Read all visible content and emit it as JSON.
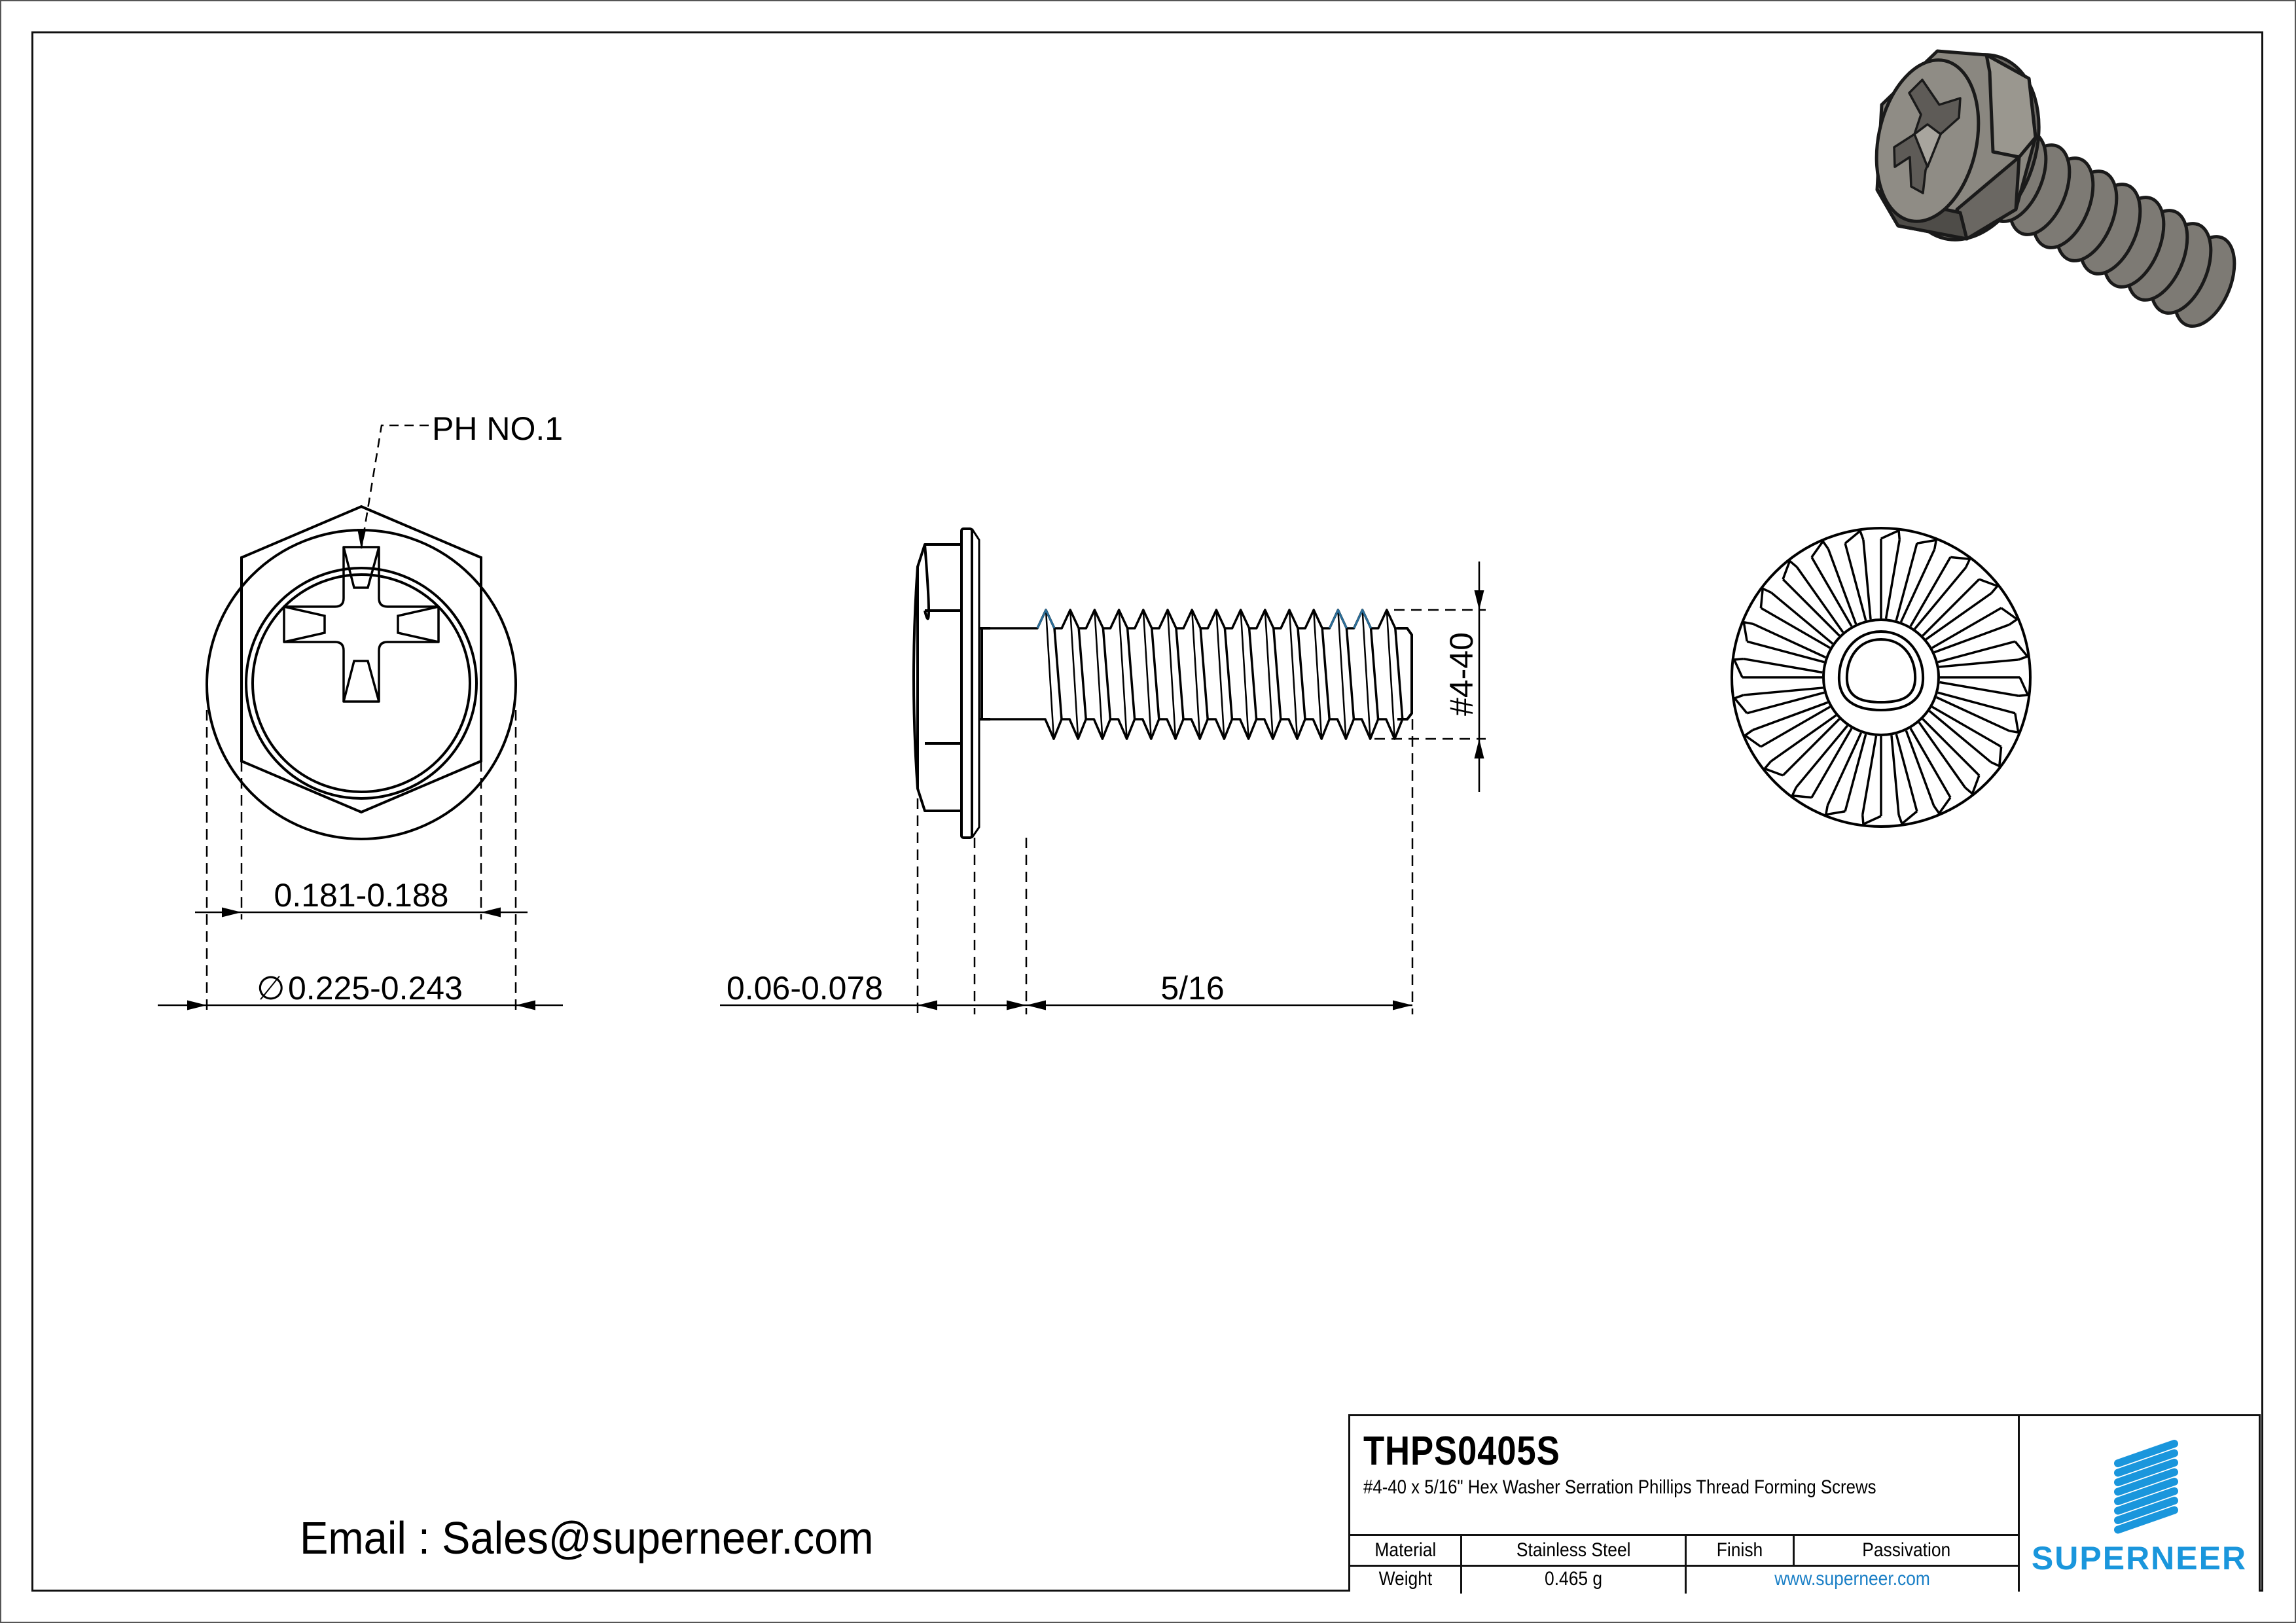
{
  "drawing": {
    "type": "engineering-drawing",
    "views": [
      "head-top-view",
      "side-view",
      "underside-view",
      "isometric-3d-view"
    ]
  },
  "callouts": {
    "drive": "PH NO.1"
  },
  "dimensions": {
    "hex_across_flats": "0.181-0.188",
    "diameter_symbol": "∅",
    "washer_diameter": "0.225-0.243",
    "head_height": "0.06-0.078",
    "length": "5/16",
    "thread_size": "#4-40"
  },
  "title_block": {
    "part_number": "THPS0405S",
    "description": "#4-40 x 5/16\" Hex Washer Serration Phillips Thread Forming  Screws",
    "material_label": "Material",
    "material_value": "Stainless Steel",
    "finish_label": "Finish",
    "finish_value": "Passivation",
    "weight_label": "Weight",
    "weight_value": "0.465 g",
    "website": "www.superneer.com",
    "brand": "SUPERNEER"
  },
  "contact": {
    "email_text": "Email : Sales@superneer.com"
  },
  "colors": {
    "brand_blue": "#1a96dc",
    "link_blue": "#1a7fc6",
    "thread_highlight": "#2a6e9a",
    "iso_metal": "#7d7a74"
  }
}
